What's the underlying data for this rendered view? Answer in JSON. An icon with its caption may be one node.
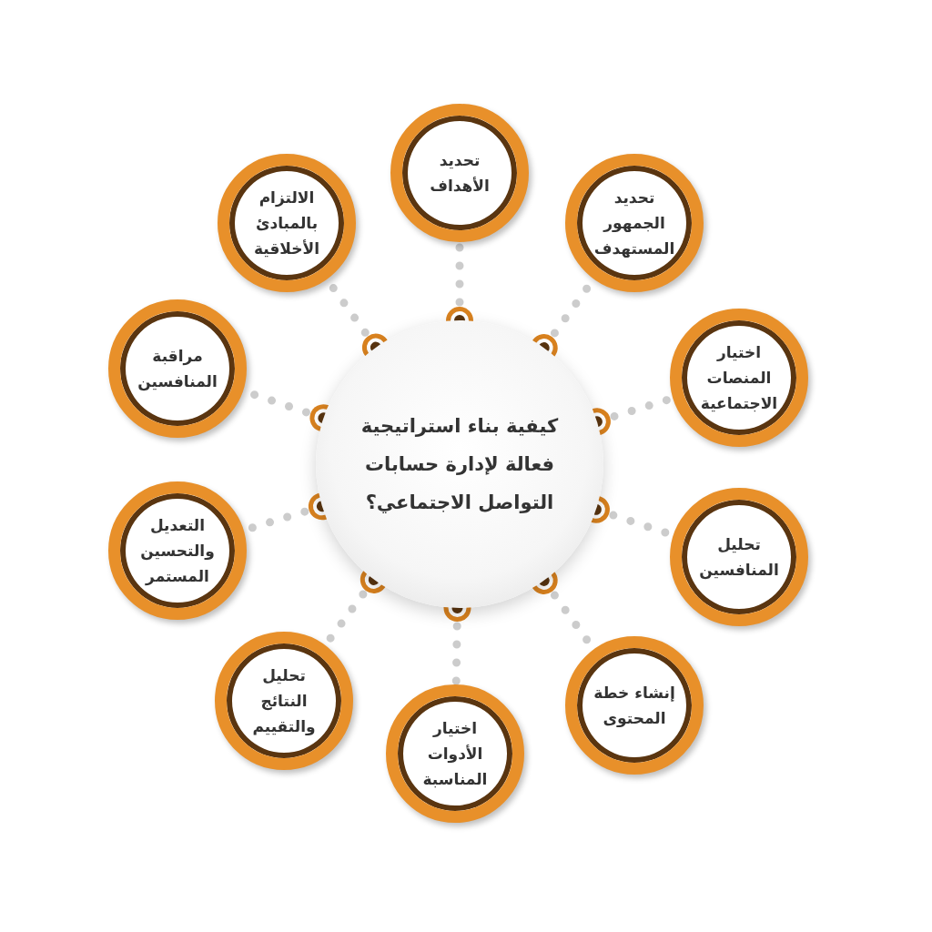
{
  "diagram": {
    "nodes": [
      {
        "text": [
          "كيفية بناء استراتيجية فعالة لإدارة حسابات التواصل الاجتماعي؟"
        ]
      },
      {
        "text": [
          "تحديد الأهداف"
        ]
      },
      {
        "text": [
          "تحديد الجمهور المستهدف"
        ]
      },
      {
        "text": [
          "اختيار المنصات الاجتماعية"
        ]
      },
      {
        "text": [
          "تحليل المنافسين"
        ]
      },
      {
        "text": [
          "إنشاء خطة المحتوى"
        ]
      },
      {
        "text": [
          "اختيار الأدوات المناسبة"
        ]
      },
      {
        "text": [
          "تحليل النتائج والتقييم"
        ]
      },
      {
        "text": [
          "التعديل والتحسين المستمر"
        ]
      },
      {
        "text": [
          "مراقبة المنافسين"
        ]
      },
      {
        "text": [
          "الالتزام بالمبادئ الأخلاقية"
        ]
      }
    ],
    "edges": [
      {
        "from": 0,
        "to": 1,
        "arrow": "other"
      },
      {
        "from": 0,
        "to": 2,
        "arrow": "other"
      },
      {
        "from": 0,
        "to": 3,
        "arrow": "other"
      },
      {
        "from": 0,
        "to": 4,
        "arrow": "other"
      },
      {
        "from": 0,
        "to": 5,
        "arrow": "other"
      },
      {
        "from": 0,
        "to": 6,
        "arrow": "other"
      },
      {
        "from": 0,
        "to": 7,
        "arrow": "other"
      },
      {
        "from": 0,
        "to": 8,
        "arrow": "other"
      },
      {
        "from": 0,
        "to": 9,
        "arrow": "other"
      },
      {
        "from": 0,
        "to": 10,
        "arrow": "other"
      }
    ]
  }
}
